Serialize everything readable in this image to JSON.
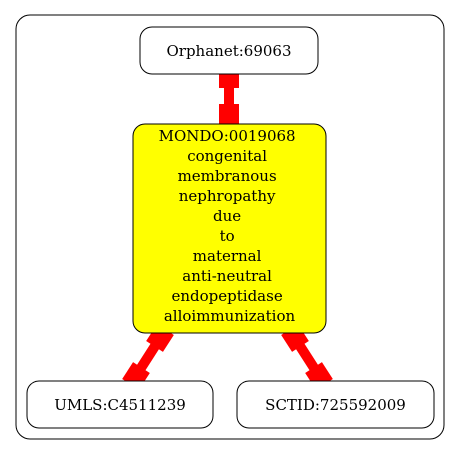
{
  "graph": {
    "colors": {
      "edge": "#ff0000",
      "center_fill": "#ffff00",
      "node_fill": "#ffffff",
      "stroke": "#000000"
    },
    "top_node": {
      "label": "Orphanet:69063"
    },
    "center_node": {
      "lines": [
        "MONDO:0019068",
        "congenital",
        "membranous",
        "nephropathy",
        "due",
        "to",
        "maternal",
        "anti-neutral",
        "endopeptidase",
        "alloimmunization"
      ]
    },
    "bottom_left_node": {
      "label": "UMLS:C4511239"
    },
    "bottom_right_node": {
      "label": "SCTID:725592009"
    }
  }
}
